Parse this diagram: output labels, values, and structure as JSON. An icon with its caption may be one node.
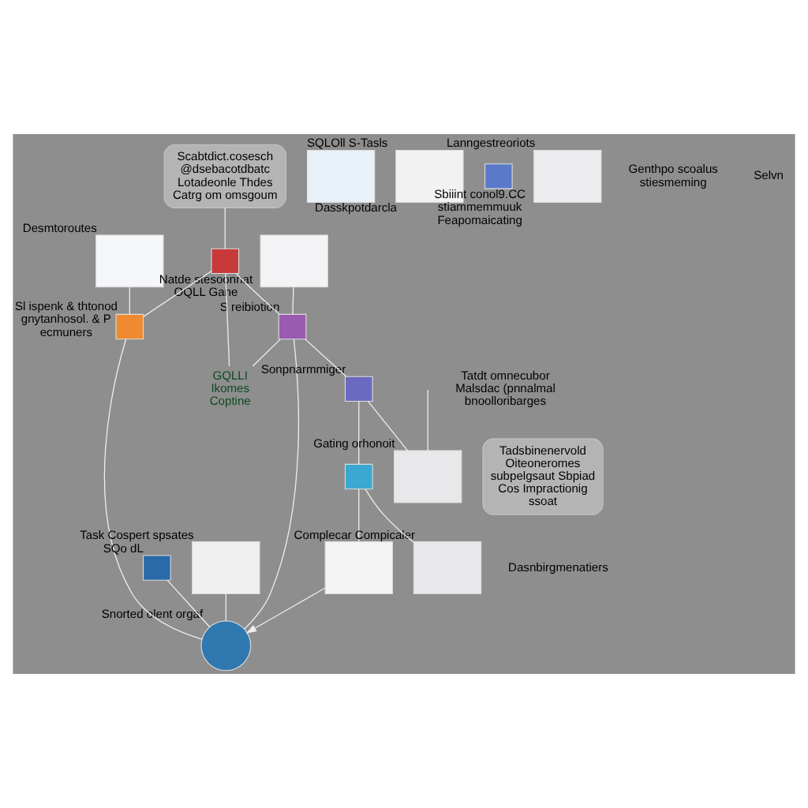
{
  "diagram": {
    "nodes": [
      {
        "text": [],
        "shape": "box",
        "beside": [
          "Desmtoroutes"
        ]
      },
      {
        "text": [],
        "shape": "box",
        "beside": [
          "SQLOll S-Tasls"
        ]
      },
      {
        "text": [],
        "shape": "box",
        "beside": [
          "Dasskpotdarcla"
        ]
      },
      {
        "text": [],
        "shape": "box",
        "beside": [
          "Sl ispenk & thtonod gnytanhosol. & P ecmuners"
        ]
      },
      {
        "text": [],
        "shape": "box",
        "beside": [
          "SQo dL"
        ]
      },
      {
        "text": [],
        "shape": "box",
        "beside": [
          "Task Cospert spsates"
        ]
      },
      {
        "text": [],
        "shape": "box",
        "beside": [
          "Natde stesoonnat OQLL Gane"
        ]
      },
      {
        "text": [
          "Scabtdict.cosesch @dsebacotdbatc Lotadeonle Thdes Catrg om omsgoum"
        ]
      },
      {
        "text": [],
        "shape": "circle",
        "beside": [
          "Snorted olent orgaf"
        ]
      },
      {
        "text": [],
        "shape": "box"
      },
      {
        "text": [],
        "shape": "box",
        "beside": [
          "S reibiotion"
        ]
      },
      {
        "text": [
          "GQLLI",
          "Ikomes",
          "Coptine"
        ]
      },
      {
        "text": [],
        "shape": "box"
      },
      {
        "text": [],
        "shape": "box",
        "beside": [
          "Sbiiint conol9.CC stiammemmuuk Feapomaicating"
        ]
      },
      {
        "text": [],
        "shape": "box",
        "beside": [
          "Sonpnarmmiger"
        ]
      },
      {
        "text": [],
        "shape": "box"
      },
      {
        "text": [],
        "shape": "box",
        "beside": [
          "Gating orhonoit"
        ]
      },
      {
        "text": [],
        "shape": "box",
        "beside": [
          "Lanngestreoriots"
        ]
      },
      {
        "text": [
          "Tadsbinenervold Oiteoneromes subpelgsaut Sbpiad Cos Impractionig ssoat"
        ]
      },
      {
        "text": [],
        "shape": "box",
        "beside": [
          "Complecar Compicaler"
        ]
      }
    ],
    "edges": [
      {
        "from": 0,
        "to": 3,
        "arrow": "none"
      },
      {
        "from": 3,
        "to": 8,
        "arrow": "none"
      },
      {
        "from": 6,
        "to": 3,
        "arrow": "none"
      },
      {
        "from": 7,
        "to": 6,
        "arrow": "none"
      },
      {
        "from": 6,
        "to": 10,
        "arrow": "none"
      },
      {
        "from": 6,
        "to": 11,
        "arrow": "none"
      },
      {
        "from": 9,
        "to": 10,
        "arrow": "none"
      },
      {
        "from": 10,
        "to": 11,
        "arrow": "none"
      },
      {
        "from": 10,
        "to": 8,
        "arrow": "none"
      },
      {
        "from": 4,
        "to": 8,
        "arrow": "none"
      },
      {
        "from": 5,
        "to": 8,
        "arrow": "none"
      },
      {
        "from": 12,
        "to": 8,
        "arrow": "to"
      },
      {
        "from": 10,
        "to": 14,
        "arrow": "none"
      },
      {
        "from": 14,
        "to": 16,
        "arrow": "none"
      },
      {
        "from": 14,
        "to": 15,
        "arrow": "none"
      },
      {
        "from": 15,
        "to": 19,
        "arrow": "none"
      },
      {
        "from": 15,
        "to": 12,
        "arrow": "none"
      },
      {
        "from": null,
        "to": 16,
        "arrow": "none"
      }
    ],
    "labels": [
      "Genthpo scoalus stiesmeming",
      "Tatdt omnecubor Malsdac (pnnalmal bnoolloribarges",
      "Selvn",
      "Dasnbirgmenatiers"
    ]
  }
}
